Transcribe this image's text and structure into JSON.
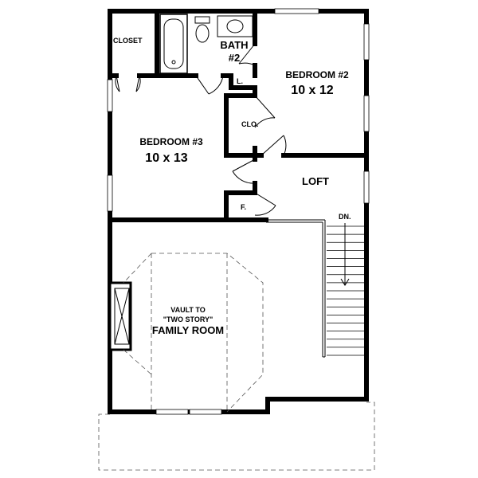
{
  "plan": {
    "rooms": {
      "closet": {
        "name": "CLOSET"
      },
      "bath2": {
        "name_line1": "BATH",
        "name_line2": "#2"
      },
      "bedroom2": {
        "name": "BEDROOM #2",
        "size": "10 x 12"
      },
      "bedroom3": {
        "name": "BEDROOM #3",
        "size": "10 x 13"
      },
      "loft": {
        "name": "LOFT"
      },
      "family": {
        "note_line1": "VAULT TO",
        "note_line2": "\"TWO STORY\"",
        "name": "FAMILY ROOM"
      }
    },
    "labels": {
      "linen": "L.",
      "clo": "CLO.",
      "furnace": "F.",
      "stair_down": "DN."
    }
  }
}
